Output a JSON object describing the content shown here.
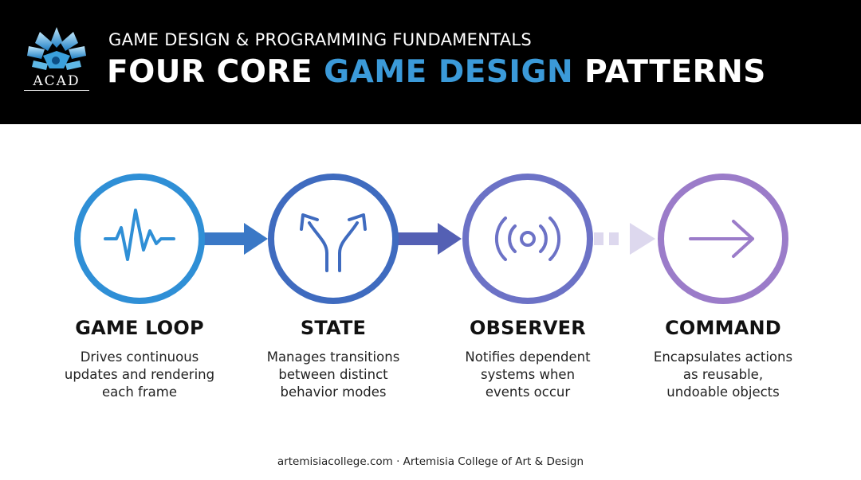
{
  "header": {
    "logo_text": "ACAD",
    "subtitle": "GAME DESIGN & PROGRAMMING FUNDAMENTALS",
    "title_part1": "FOUR CORE ",
    "title_accent": "GAME DESIGN",
    "title_part2": " PATTERNS"
  },
  "colors": {
    "header_bg": "#000000",
    "accent": "#3b9ad9",
    "circle_1": "#2f8fd6",
    "circle_2": "#3f6bbf",
    "circle_3": "#6c72c6",
    "circle_4": "#9b7cc9"
  },
  "patterns": [
    {
      "name": "GAME LOOP",
      "icon": "pulse-icon",
      "desc": [
        "Drives continuous",
        "updates and rendering",
        "each frame"
      ]
    },
    {
      "name": "STATE",
      "icon": "branch-arrows-icon",
      "desc": [
        "Manages transitions",
        "between distinct",
        "behavior modes"
      ]
    },
    {
      "name": "OBSERVER",
      "icon": "broadcast-icon",
      "desc": [
        "Notifies dependent",
        "systems when",
        "events occur"
      ]
    },
    {
      "name": "COMMAND",
      "icon": "right-arrow-icon",
      "desc": [
        "Encapsulates actions",
        "as reusable,",
        "undoable objects"
      ]
    }
  ],
  "footer": "artemisiacollege.com · Artemisia College of Art & Design"
}
